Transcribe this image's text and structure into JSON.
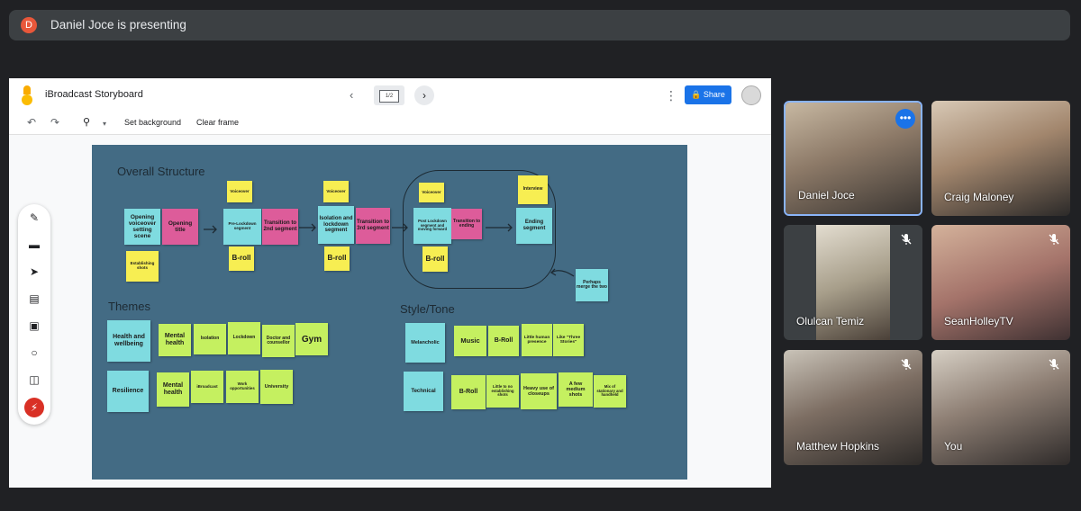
{
  "presenter_banner": {
    "avatar_letter": "D",
    "text": "Daniel Joce is presenting"
  },
  "jamboard": {
    "title": "iBroadcast Storyboard",
    "frame_indicator": "1/2",
    "share_label": "Share",
    "toolbar": {
      "set_background": "Set background",
      "clear_frame": "Clear frame"
    },
    "sections": {
      "overall_structure": "Overall Structure",
      "themes": "Themes",
      "style_tone": "Style/Tone"
    },
    "structure_notes": {
      "opening_voiceover": "Opening voiceover setting scene",
      "opening_title": "Opening title",
      "establishing_shots": "Establishing shots",
      "voiceover_1": "Voiceover",
      "pre_lockdown": "Pre-Lockdown segment",
      "transition_2nd": "Transition to 2nd segment",
      "broll_1": "B-roll",
      "voiceover_2": "Voiceover",
      "isolation_lockdown": "Isolation and lockdown segment",
      "transition_3rd": "Transition to 3rd segment",
      "broll_2": "B-roll",
      "voiceover_3": "Voiceover",
      "post_lockdown": "Post Lockdown segment and moving forward",
      "transition_ending": "Transition to ending",
      "broll_3": "B-roll",
      "interview": "Interview",
      "ending_segment": "Ending segment",
      "perhaps_merge": "Perhaps merge the two"
    },
    "themes_notes": {
      "health_wellbeing": "Health and wellbeing",
      "mental_health_1": "Mental health",
      "isolation": "Isolation",
      "lockdown": "Lockdown",
      "doctor_counsellor": "Doctor and counsellor",
      "gym": "Gym",
      "resilience": "Resilience",
      "mental_health_2": "Mental health",
      "ibroadcast": "iBroadcast",
      "work_opportunities": "Work opportunities",
      "university": "University"
    },
    "style_notes": {
      "melancholic": "Melancholic",
      "music": "Music",
      "broll_s": "B-Roll",
      "little_human": "Little human presence",
      "like_three_stories": "Like \"Three Stories\"",
      "technical": "Technical",
      "broll_t": "B-Roll",
      "little_no_establishing": "Little to no establishing shots",
      "heavy_closeups": "Heavy use of closeups",
      "few_medium": "A few medium shots",
      "mix_stationary": "Mix of stationary and handheld"
    }
  },
  "participants": [
    {
      "name": "Daniel Joce",
      "muted": false,
      "active_speaker": true
    },
    {
      "name": "Craig Maloney",
      "muted": false,
      "active_speaker": false
    },
    {
      "name": "Olulcan Temiz",
      "muted": true,
      "active_speaker": false
    },
    {
      "name": "SeanHolleyTV",
      "muted": true,
      "active_speaker": false
    },
    {
      "name": "Matthew Hopkins",
      "muted": true,
      "active_speaker": false
    },
    {
      "name": "You",
      "muted": true,
      "active_speaker": false
    }
  ],
  "colors": {
    "board_bg": "#436b84",
    "note_cyan": "#7fdbe0",
    "note_pink": "#dd5c9a",
    "note_yellow": "#f7ee52",
    "note_green": "#c5f060",
    "accent_blue": "#1a73e8"
  },
  "icons": [
    "pen-icon",
    "eraser-icon",
    "select-icon",
    "sticky-note-icon",
    "image-icon",
    "circle-icon",
    "text-box-icon",
    "laser-icon",
    "undo-icon",
    "redo-icon",
    "zoom-icon",
    "more-options-icon",
    "mic-off-icon"
  ]
}
